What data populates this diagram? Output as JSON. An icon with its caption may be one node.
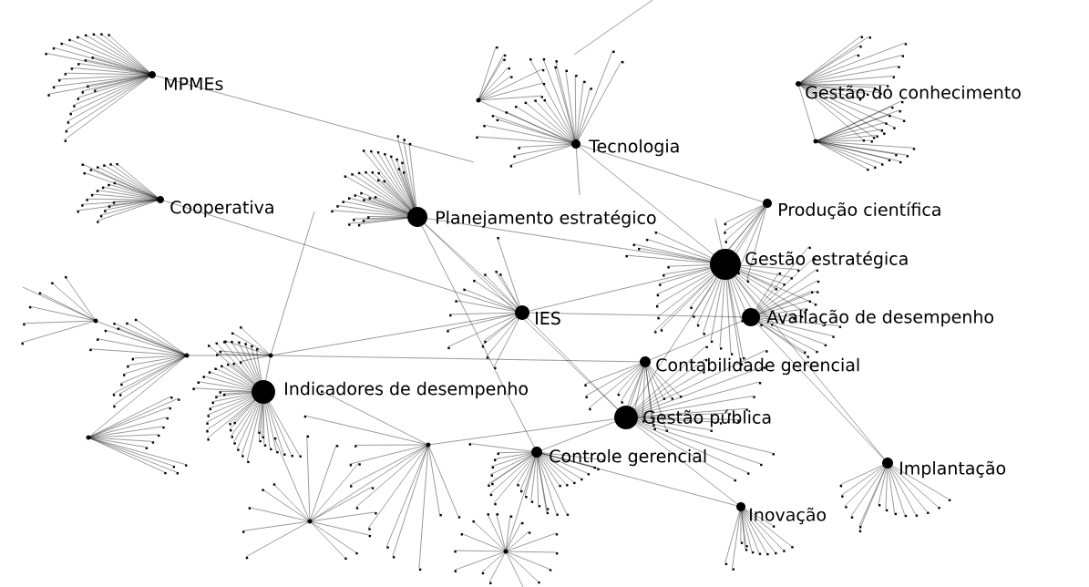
{
  "diagram": {
    "nodes": [
      {
        "text": [
          "MPMEs"
        ]
      },
      {
        "text": [
          "Gestão do conhecimento"
        ]
      },
      {
        "text": [
          "Tecnologia"
        ]
      },
      {
        "text": [
          "Cooperativa"
        ]
      },
      {
        "text": [
          "Planejamento estratégico"
        ]
      },
      {
        "text": [
          "Produção científica"
        ]
      },
      {
        "text": [
          "Gestão estratégica"
        ]
      },
      {
        "text": [
          "IES"
        ]
      },
      {
        "text": [
          "Avaliação de desempenho"
        ]
      },
      {
        "text": [
          "Contabilidade gerencial"
        ]
      },
      {
        "text": [
          "Indicadores de desempenho"
        ]
      },
      {
        "text": [
          "Gestão pública"
        ]
      },
      {
        "text": [
          "Controle gerencial"
        ]
      },
      {
        "text": [
          "Implantação"
        ]
      },
      {
        "text": [
          "Inovação"
        ]
      },
      {
        "text": [],
        "shape": "circle"
      },
      {
        "text": [],
        "shape": "circle"
      },
      {
        "text": [],
        "shape": "circle"
      },
      {
        "text": [],
        "shape": "circle"
      },
      {
        "text": [],
        "shape": "circle"
      },
      {
        "text": [],
        "shape": "circle"
      },
      {
        "text": [],
        "shape": "circle"
      },
      {
        "text": [],
        "shape": "circle"
      },
      {
        "text": [],
        "shape": "circle"
      }
    ],
    "edges": [
      {
        "from": 0,
        "to": null,
        "arrow": "none"
      },
      {
        "from": 3,
        "to": 7,
        "arrow": "none"
      },
      {
        "from": 23,
        "to": 9,
        "arrow": "none"
      },
      {
        "from": 23,
        "to": 7,
        "arrow": "none"
      },
      {
        "from": 23,
        "to": null,
        "arrow": "none"
      },
      {
        "from": 4,
        "to": 7,
        "arrow": "none"
      },
      {
        "from": 4,
        "to": 6,
        "arrow": "none"
      },
      {
        "from": 2,
        "to": 5,
        "arrow": "none"
      },
      {
        "from": 2,
        "to": 6,
        "arrow": "none"
      },
      {
        "from": 2,
        "to": null,
        "arrow": "none"
      },
      {
        "from": 5,
        "to": 6,
        "arrow": "none"
      },
      {
        "from": 6,
        "to": 7,
        "arrow": "none"
      },
      {
        "from": 7,
        "to": 11,
        "arrow": "none"
      },
      {
        "from": 7,
        "to": 8,
        "arrow": "none"
      },
      {
        "from": 8,
        "to": 13,
        "arrow": "none"
      },
      {
        "from": 6,
        "to": 13,
        "arrow": "none"
      },
      {
        "from": 11,
        "to": 12,
        "arrow": "none"
      },
      {
        "from": 12,
        "to": 14,
        "arrow": "none"
      },
      {
        "from": 9,
        "to": 11,
        "arrow": "none"
      },
      {
        "from": 4,
        "to": 11,
        "arrow": "none"
      },
      {
        "from": 6,
        "to": 11,
        "arrow": "none"
      },
      {
        "from": 8,
        "to": 9,
        "arrow": "none"
      },
      {
        "from": 10,
        "to": 23,
        "arrow": "none"
      },
      {
        "from": 23,
        "to": 15,
        "arrow": "none"
      },
      {
        "from": 15,
        "to": 16,
        "arrow": "none"
      },
      {
        "from": 15,
        "to": 20,
        "arrow": "none"
      },
      {
        "from": 19,
        "to": 11,
        "arrow": "none"
      },
      {
        "from": 19,
        "to": 17,
        "arrow": "none"
      },
      {
        "from": 18,
        "to": 12,
        "arrow": "none"
      },
      {
        "from": null,
        "to": 20,
        "arrow": "none"
      },
      {
        "from": 1,
        "to": 22,
        "arrow": "none"
      },
      {
        "from": 21,
        "to": 2,
        "arrow": "none"
      },
      {
        "from": 6,
        "to": null,
        "arrow": "none"
      },
      {
        "from": 11,
        "to": 14,
        "arrow": "none"
      },
      {
        "from": 4,
        "to": 12,
        "arrow": "none"
      }
    ]
  }
}
